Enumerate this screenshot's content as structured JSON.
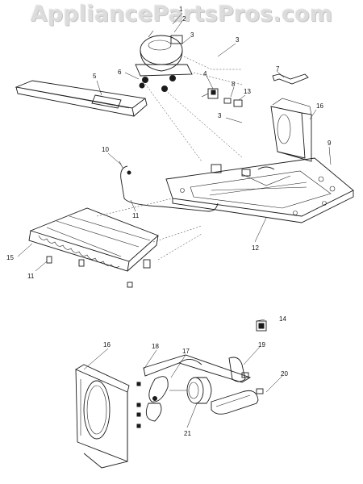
{
  "watermark": "AppliancePartsPros.com",
  "callouts": [
    {
      "id": "1",
      "label": "1"
    },
    {
      "id": "2",
      "label": "2"
    },
    {
      "id": "3a",
      "label": "3"
    },
    {
      "id": "3b",
      "label": "3"
    },
    {
      "id": "3c",
      "label": "3"
    },
    {
      "id": "4",
      "label": "4"
    },
    {
      "id": "5",
      "label": "5"
    },
    {
      "id": "6",
      "label": "6"
    },
    {
      "id": "7",
      "label": "7"
    },
    {
      "id": "8",
      "label": "8"
    },
    {
      "id": "9",
      "label": "9"
    },
    {
      "id": "10",
      "label": "10"
    },
    {
      "id": "11a",
      "label": "11"
    },
    {
      "id": "11b",
      "label": "11"
    },
    {
      "id": "12",
      "label": "12"
    },
    {
      "id": "13",
      "label": "13"
    },
    {
      "id": "15",
      "label": "15"
    },
    {
      "id": "16a",
      "label": "16"
    },
    {
      "id": "16b",
      "label": "16"
    },
    {
      "id": "14",
      "label": "14"
    },
    {
      "id": "17",
      "label": "17"
    },
    {
      "id": "18",
      "label": "18"
    },
    {
      "id": "19",
      "label": "19"
    },
    {
      "id": "20",
      "label": "20"
    },
    {
      "id": "21",
      "label": "21"
    }
  ]
}
